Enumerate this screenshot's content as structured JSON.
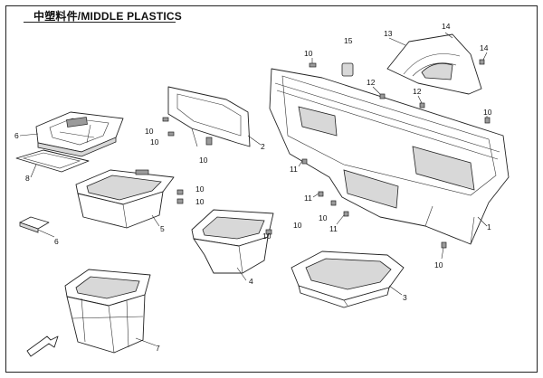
{
  "title": "中塑料件/MIDDLE PLASTICS",
  "callouts": [
    {
      "id": "c1",
      "text": "1"
    },
    {
      "id": "c2",
      "text": "2"
    },
    {
      "id": "c3",
      "text": "3"
    },
    {
      "id": "c4",
      "text": "4"
    },
    {
      "id": "c5",
      "text": "5"
    },
    {
      "id": "c6a",
      "text": "6"
    },
    {
      "id": "c6b",
      "text": "6"
    },
    {
      "id": "c7",
      "text": "7"
    },
    {
      "id": "c8",
      "text": "8"
    },
    {
      "id": "c10a",
      "text": "10"
    },
    {
      "id": "c10b",
      "text": "10"
    },
    {
      "id": "c10c",
      "text": "10"
    },
    {
      "id": "c10d",
      "text": "10"
    },
    {
      "id": "c10e",
      "text": "10"
    },
    {
      "id": "c10f",
      "text": "10"
    },
    {
      "id": "c10g",
      "text": "10"
    },
    {
      "id": "c10h",
      "text": "10"
    },
    {
      "id": "c10i",
      "text": "10"
    },
    {
      "id": "c10j",
      "text": "10"
    },
    {
      "id": "c10k",
      "text": "10"
    },
    {
      "id": "c11a",
      "text": "11"
    },
    {
      "id": "c11b",
      "text": "11"
    },
    {
      "id": "c11c",
      "text": "11"
    },
    {
      "id": "c12a",
      "text": "12"
    },
    {
      "id": "c12b",
      "text": "12"
    },
    {
      "id": "c13",
      "text": "13"
    },
    {
      "id": "c14a",
      "text": "14"
    },
    {
      "id": "c14b",
      "text": "14"
    },
    {
      "id": "c15",
      "text": "15"
    }
  ]
}
